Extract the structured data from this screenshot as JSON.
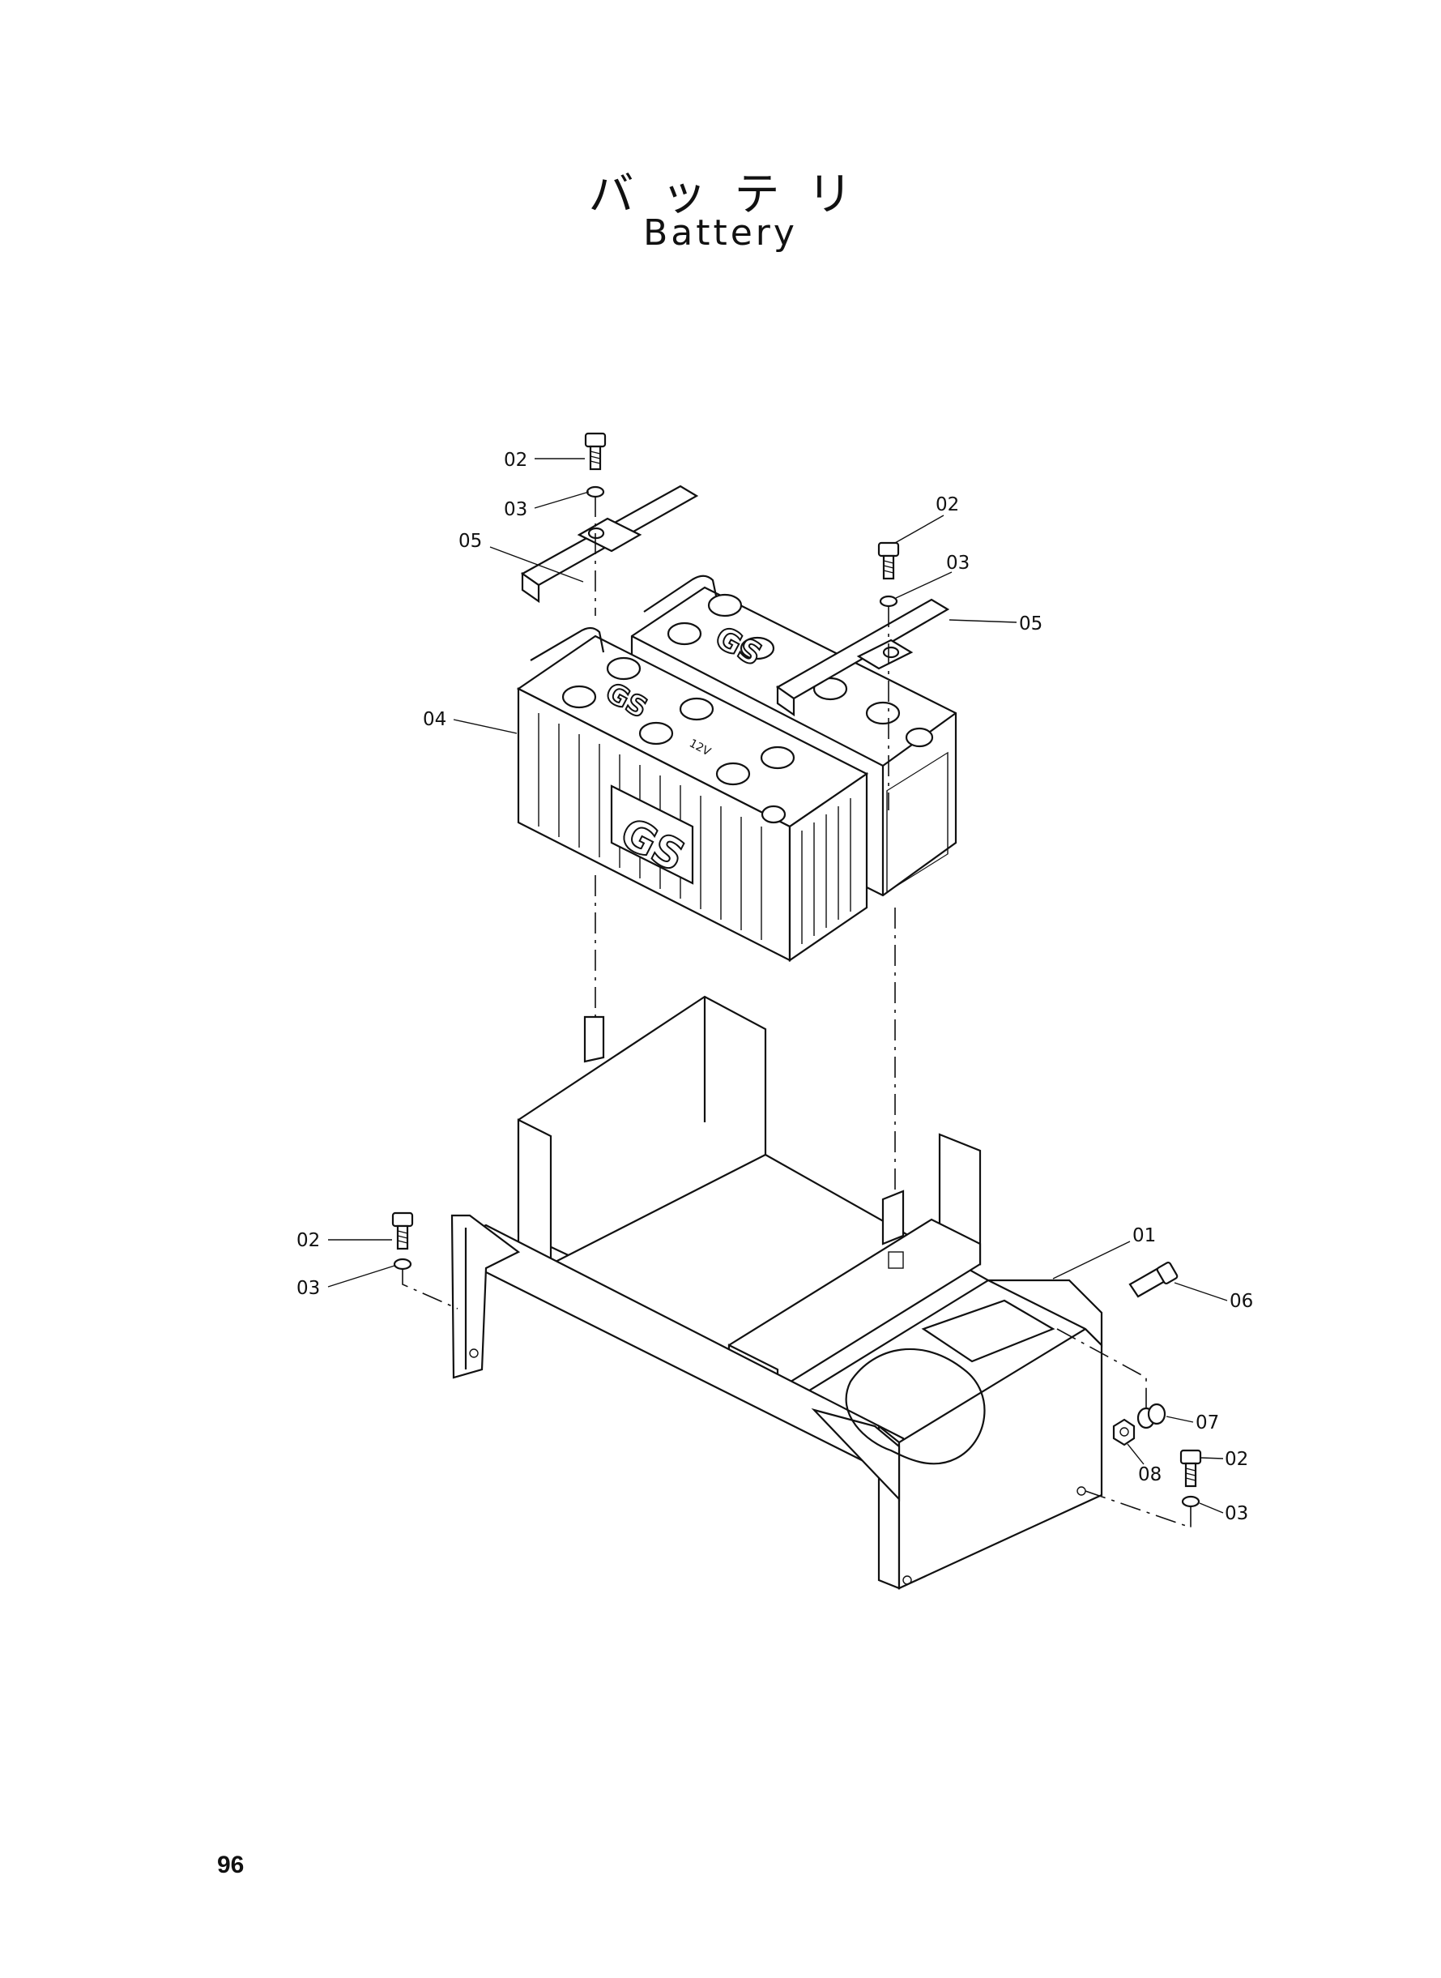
{
  "header": {
    "title_jp": "バッテリ",
    "title_en": "Battery"
  },
  "callouts": [
    {
      "id": "c1",
      "text": "02"
    },
    {
      "id": "c2",
      "text": "03"
    },
    {
      "id": "c3",
      "text": "05"
    },
    {
      "id": "c4",
      "text": "04"
    },
    {
      "id": "c5",
      "text": "02"
    },
    {
      "id": "c6",
      "text": "03"
    },
    {
      "id": "c7",
      "text": "05"
    },
    {
      "id": "c8",
      "text": "02"
    },
    {
      "id": "c9",
      "text": "03"
    },
    {
      "id": "c10",
      "text": "01"
    },
    {
      "id": "c11",
      "text": "06"
    },
    {
      "id": "c12",
      "text": "07"
    },
    {
      "id": "c13",
      "text": "08"
    },
    {
      "id": "c14",
      "text": "02"
    },
    {
      "id": "c15",
      "text": "03"
    }
  ],
  "battery": {
    "brand_text": "GS",
    "voltage_text": "12V"
  },
  "footer": {
    "page_number": "96"
  }
}
